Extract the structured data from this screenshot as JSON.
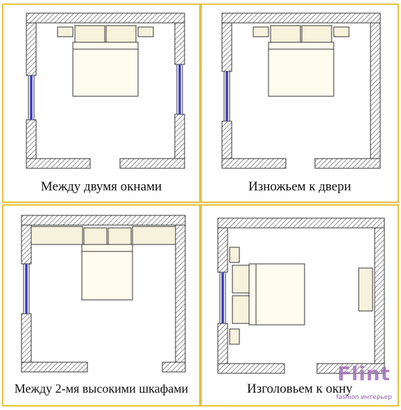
{
  "panels": [
    {
      "id": "between-two-windows",
      "caption": "Между двумя окнами"
    },
    {
      "id": "foot-to-door",
      "caption": "Изножьем к двери"
    },
    {
      "id": "between-two-tall-wardrobes",
      "caption": "Между 2-мя высокими шкафами"
    },
    {
      "id": "headboard-to-window",
      "caption": "Изголовьем к окну"
    }
  ],
  "logo": {
    "word": "Flint",
    "subtitle": "fashion интерьер"
  },
  "colors": {
    "panel_border": "#e6c23a",
    "wall_hatch": "#555555",
    "window_glass": "#2a2ab8",
    "bed_fill": "#fffbee",
    "furniture_fill": "#f6f2dc"
  }
}
